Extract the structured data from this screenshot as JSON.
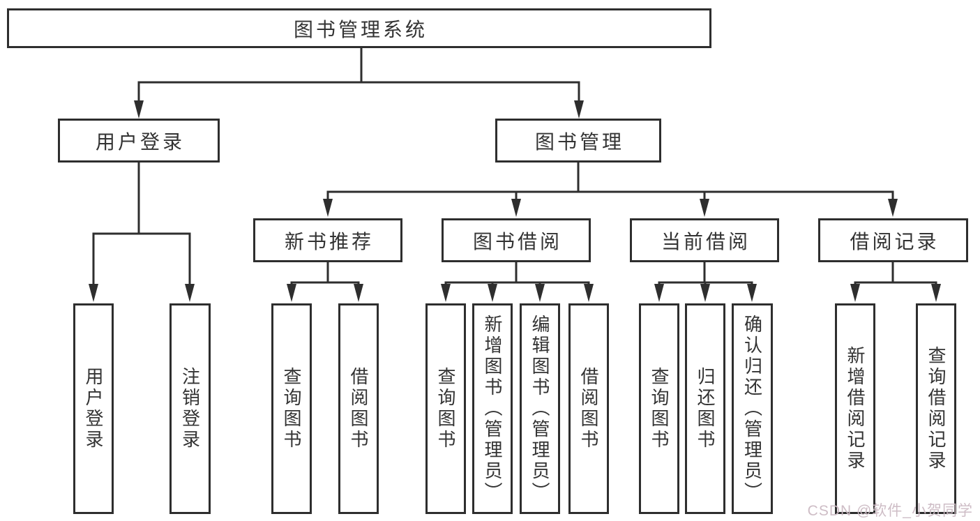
{
  "title": "图书管理系统",
  "watermark": "CSDN @软件_小贺同学",
  "colors": {
    "line": "#2e2e2e",
    "text": "#333333",
    "background": "#ffffff",
    "watermark": "#ccbac3"
  },
  "nodes": {
    "root": {
      "label": "图书管理系统"
    },
    "user_login": {
      "label": "用户登录"
    },
    "book_mgmt": {
      "label": "图书管理"
    },
    "login_leaf": {
      "label": "用户登录"
    },
    "logout_leaf": {
      "label": "注销登录"
    },
    "new_book_rec": {
      "label": "新书推荐"
    },
    "book_borrow": {
      "label": "图书借阅"
    },
    "current_borrow": {
      "label": "当前借阅"
    },
    "borrow_record": {
      "label": "借阅记录"
    },
    "nbr_query_book": {
      "label": "查询图书"
    },
    "nbr_borrow_book": {
      "label": "借阅图书"
    },
    "bb_query_book": {
      "label": "查询图书"
    },
    "bb_add_book": {
      "label": "新增图书（管理员）"
    },
    "bb_edit_book": {
      "label": "编辑图书（管理员）"
    },
    "bb_borrow_book": {
      "label": "借阅图书"
    },
    "cb_query_book": {
      "label": "查询图书"
    },
    "cb_return_book": {
      "label": "归还图书"
    },
    "cb_confirm_return": {
      "label": "确认归还（管理员）"
    },
    "br_add_record": {
      "label": "新增借阅记录"
    },
    "br_query_record": {
      "label": "查询借阅记录"
    }
  },
  "edges": [
    [
      "root",
      "user_login"
    ],
    [
      "root",
      "book_mgmt"
    ],
    [
      "user_login",
      "login_leaf"
    ],
    [
      "user_login",
      "logout_leaf"
    ],
    [
      "book_mgmt",
      "new_book_rec"
    ],
    [
      "book_mgmt",
      "book_borrow"
    ],
    [
      "book_mgmt",
      "current_borrow"
    ],
    [
      "book_mgmt",
      "borrow_record"
    ],
    [
      "new_book_rec",
      "nbr_query_book"
    ],
    [
      "new_book_rec",
      "nbr_borrow_book"
    ],
    [
      "book_borrow",
      "bb_query_book"
    ],
    [
      "book_borrow",
      "bb_add_book"
    ],
    [
      "book_borrow",
      "bb_edit_book"
    ],
    [
      "book_borrow",
      "bb_borrow_book"
    ],
    [
      "current_borrow",
      "cb_query_book"
    ],
    [
      "current_borrow",
      "cb_return_book"
    ],
    [
      "current_borrow",
      "cb_confirm_return"
    ],
    [
      "borrow_record",
      "br_add_record"
    ],
    [
      "borrow_record",
      "br_query_record"
    ]
  ]
}
